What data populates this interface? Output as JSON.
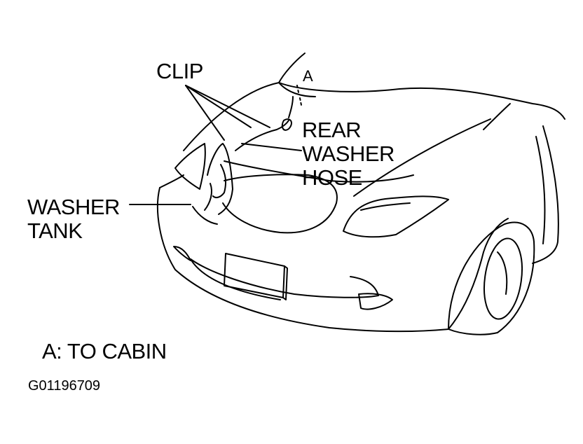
{
  "labels": {
    "clip": "CLIP",
    "point_a": "A",
    "rear_washer_hose": [
      "REAR",
      "WASHER",
      "HOSE"
    ],
    "washer_tank": [
      "WASHER",
      "TANK"
    ],
    "note": "A: TO CABIN",
    "figure_code": "G01196709"
  }
}
